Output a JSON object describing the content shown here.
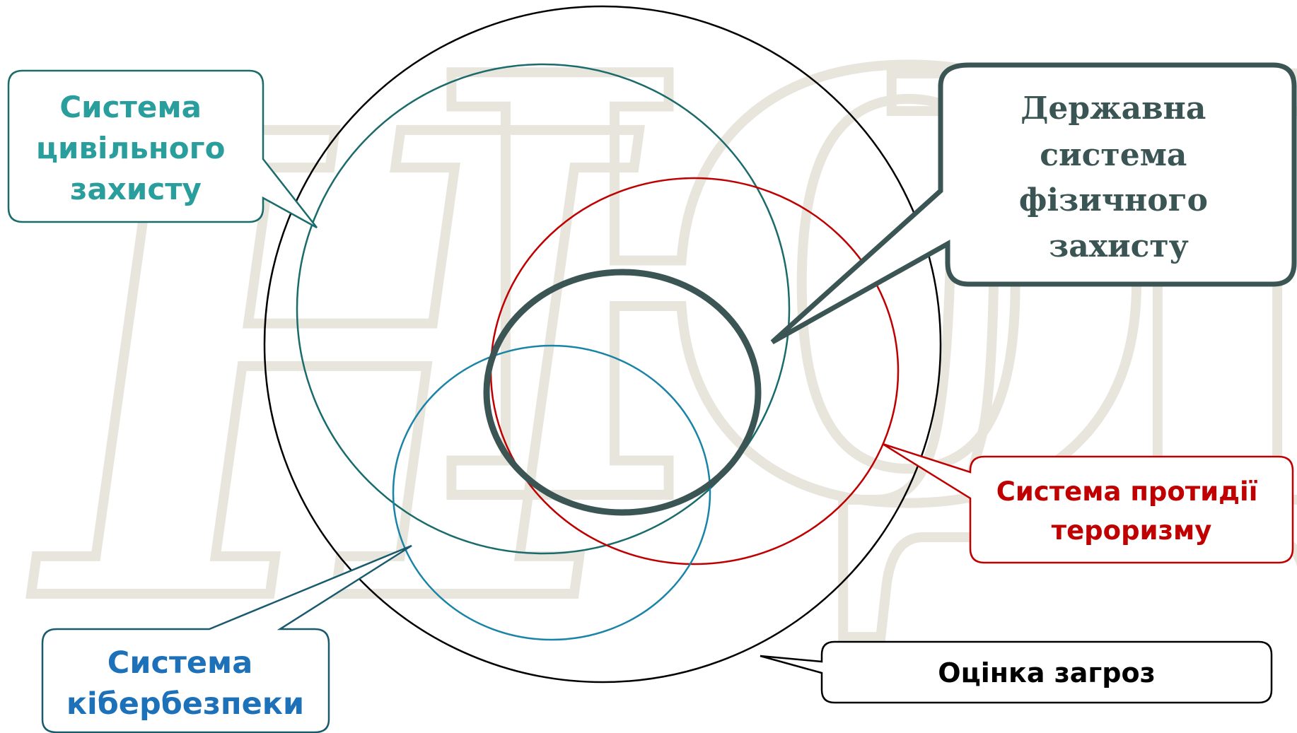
{
  "colors": {
    "outer_circle": "#000000",
    "civil_defense": "#1a6b6b",
    "antiterror": "#c00000",
    "cyber": "#1a84a8",
    "physical_protection": "#3a5553",
    "watermark": "#e8e6dc"
  },
  "labels": {
    "civil_defense": [
      "Система",
      "цивільного",
      "захисту"
    ],
    "physical_protection": [
      "Державна",
      "система",
      "фізичного",
      "захисту"
    ],
    "antiterror": [
      "Система протидії",
      "тероризму"
    ],
    "cyber": [
      "Система",
      "кібербезпеки"
    ],
    "threat_assessment": [
      "Оцінка загроз"
    ]
  },
  "watermark": {
    "letters": [
      "Н",
      "Ю",
      "Д"
    ]
  }
}
